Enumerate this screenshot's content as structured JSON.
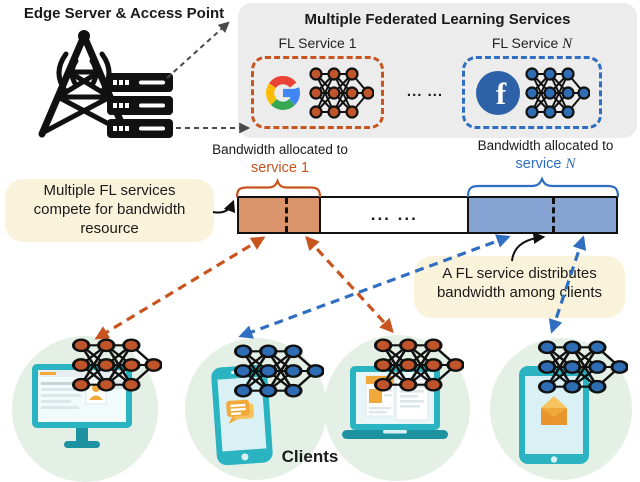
{
  "edge": {
    "title": "Edge Server & Access Point"
  },
  "services": {
    "title": "Multiple Federated Learning Services",
    "service1_label": "FL Service 1",
    "serviceN_prefix": "FL Service ",
    "serviceN_symbol": "N",
    "dots": "... ...",
    "facebook_letter": "f"
  },
  "bandwidth": {
    "left_line1": "Bandwidth allocated to",
    "left_line2": "service 1",
    "right_line1": "Bandwidth allocated to",
    "right_line2_prefix": "service ",
    "right_line2_symbol": "N",
    "bar_dots": "... ..."
  },
  "notes": {
    "left_line1": "Multiple FL services",
    "left_line2": "compete for bandwidth",
    "left_line3": "resource",
    "right_line1": "A FL service distributes",
    "right_line2": "bandwidth among clients"
  },
  "clients": {
    "label": "Clients"
  },
  "colors": {
    "orange": "#c8551f",
    "blue": "#2f6ec0",
    "bar_orange": "#d9946b",
    "bar_blue": "#86a3d3",
    "note_bg": "#faf3dc",
    "box_bg": "#ececec",
    "circle_bg": "#e4f0e6",
    "teal": "#2ab3c0",
    "teal_dark": "#1d93a1",
    "accent_orange": "#f2a93c",
    "node_orange": "#c0552b",
    "node_blue": "#2e6db4",
    "black": "#111111",
    "gray_arrow": "#4a4a4a"
  }
}
